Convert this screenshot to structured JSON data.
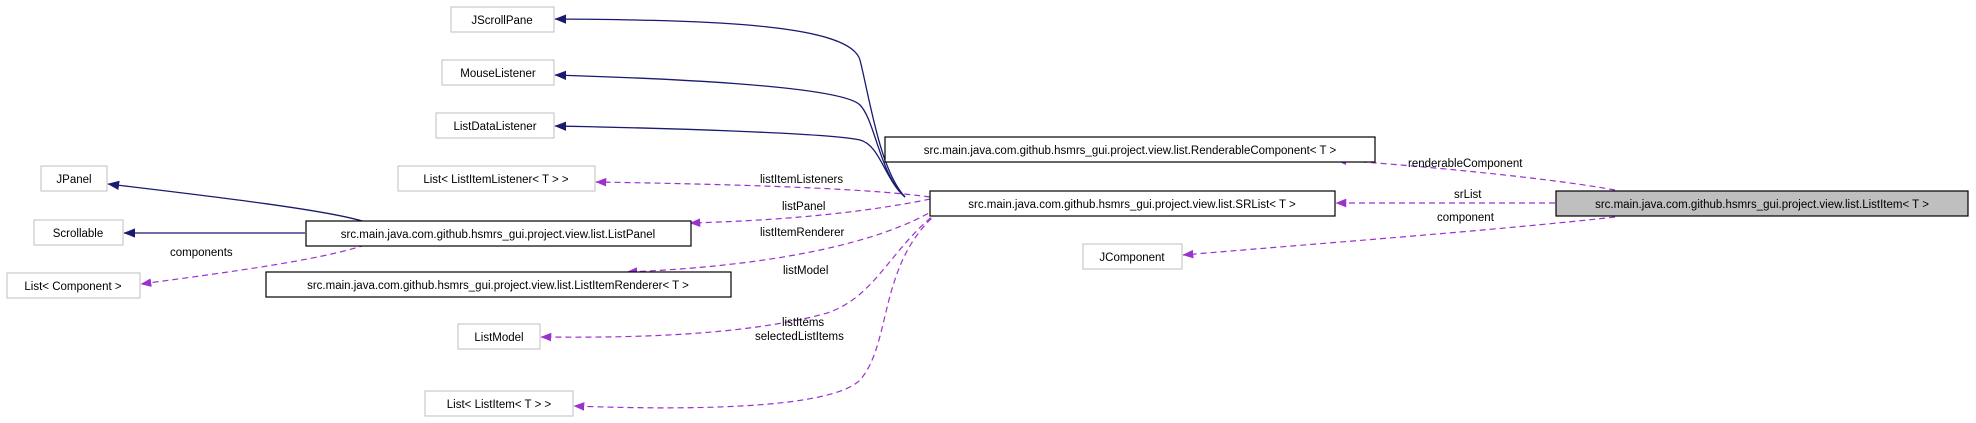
{
  "colors": {
    "inheritance_edge": "#191970",
    "usage_edge": "#9a32cd",
    "external_border": "#bfbfbf",
    "focus_fill": "#bfbfbf"
  },
  "nodes": {
    "jscrollpane": "JScrollPane",
    "mouselistener": "MouseListener",
    "listdatalistener": "ListDataListener",
    "jpanel": "JPanel",
    "scrollable": "Scrollable",
    "list_listitemlistener": "List< ListItemListener< T > >",
    "list_component": "List< Component >",
    "listpanel": "src.main.java.com.github.hsmrs_gui.project.view.list.ListPanel",
    "listitemrenderer": "src.main.java.com.github.hsmrs_gui.project.view.list.ListItemRenderer< T >",
    "listmodel": "ListModel",
    "list_listitem": "List< ListItem< T > >",
    "renderablecomponent": "src.main.java.com.github.hsmrs_gui.project.view.list.RenderableComponent< T >",
    "srlist": "src.main.java.com.github.hsmrs_gui.project.view.list.SRList< T >",
    "jcomponent": "JComponent",
    "listitem": "src.main.java.com.github.hsmrs_gui.project.view.list.ListItem< T >"
  },
  "edge_labels": {
    "listItemListeners": "listItemListeners",
    "listPanel": "listPanel",
    "listItemRenderer": "listItemRenderer",
    "listModel": "listModel",
    "listItems": "listItems",
    "selectedListItems": "selectedListItems",
    "components": "components",
    "renderableComponent": "renderableComponent",
    "srList": "srList",
    "component": "component"
  }
}
